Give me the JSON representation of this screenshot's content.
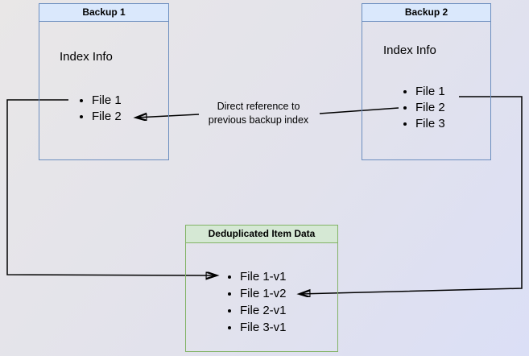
{
  "nodes": {
    "backup1": {
      "title": "Backup 1",
      "subtitle": "Index Info",
      "items": [
        "File 1",
        "File 2"
      ]
    },
    "backup2": {
      "title": "Backup 2",
      "subtitle": "Index Info",
      "items": [
        "File 1",
        "File 2",
        "File 3"
      ]
    },
    "dedup": {
      "title": "Deduplicated Item Data",
      "items": [
        "File 1-v1",
        "File 1-v2",
        "File 2-v1",
        "File 3-v1"
      ]
    }
  },
  "annotation": {
    "line1": "Direct reference to",
    "line2": "previous backup index"
  },
  "edges": [
    {
      "from": "Backup 1 / File 1",
      "to": "Deduplicated Item Data / File 1-v1"
    },
    {
      "from": "Backup 2 / File 1",
      "to": "Deduplicated Item Data / File 1-v2"
    },
    {
      "from": "Backup 2 / File 2",
      "to": "Backup 1 / File 2",
      "label": "Direct reference to previous backup index"
    }
  ],
  "colors": {
    "blue_fill": "#dae8fc",
    "blue_border": "#6c8ebf",
    "green_fill": "#d5e8d4",
    "green_border": "#82b366",
    "arrow": "#000000"
  }
}
